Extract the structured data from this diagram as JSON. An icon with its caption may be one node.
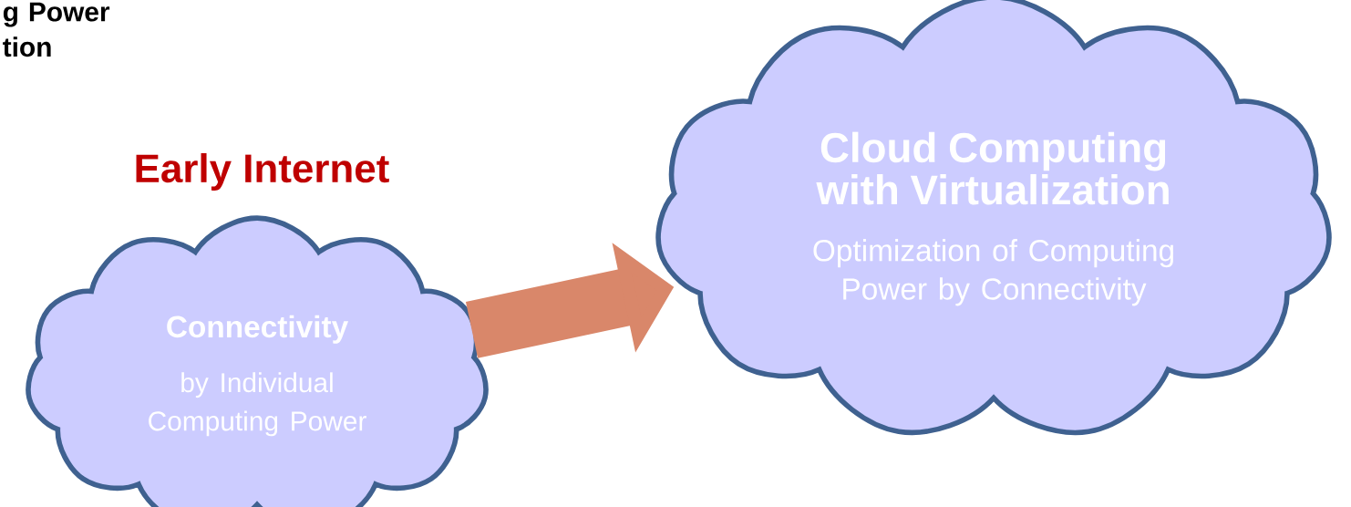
{
  "diagram": {
    "nodes": [
      {
        "text": [
          "Connectivity",
          "by Individual Computing Power"
        ],
        "beside": [
          "Early Internet"
        ]
      },
      {
        "text": [
          "Cloud Computing with Virtualization",
          "Optimization of Computing Power by Connectivity"
        ]
      }
    ],
    "edges": [
      {
        "from": 0,
        "to": 1,
        "arrow": "to",
        "color": "#d9876a"
      }
    ],
    "labels": [
      "g Power tion"
    ]
  }
}
